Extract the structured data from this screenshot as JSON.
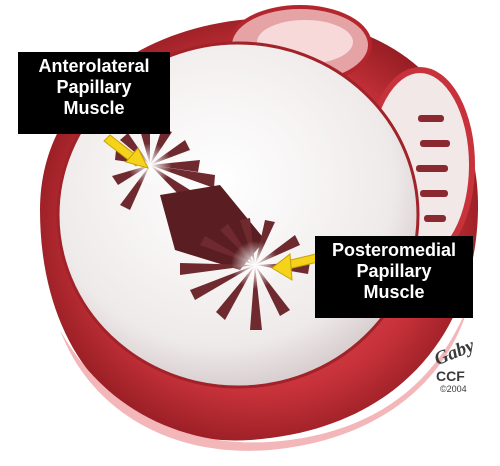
{
  "labels": {
    "anterolateral": [
      "Anterolateral",
      "Papillary",
      "Muscle"
    ],
    "posteromedial": [
      "Posteromedial",
      "Papillary",
      "Muscle"
    ]
  },
  "signature": {
    "name": "Gaby",
    "institution": "CCF",
    "year": "©2004"
  },
  "colors": {
    "myocardium": "#c8323a",
    "myocardium_dark": "#9b1e25",
    "valve_leaflet": "#f4f1f1",
    "papillary": "#6e2a2e",
    "pointer": "#f5d31a",
    "label_bg": "#000000",
    "label_text": "#ffffff"
  }
}
